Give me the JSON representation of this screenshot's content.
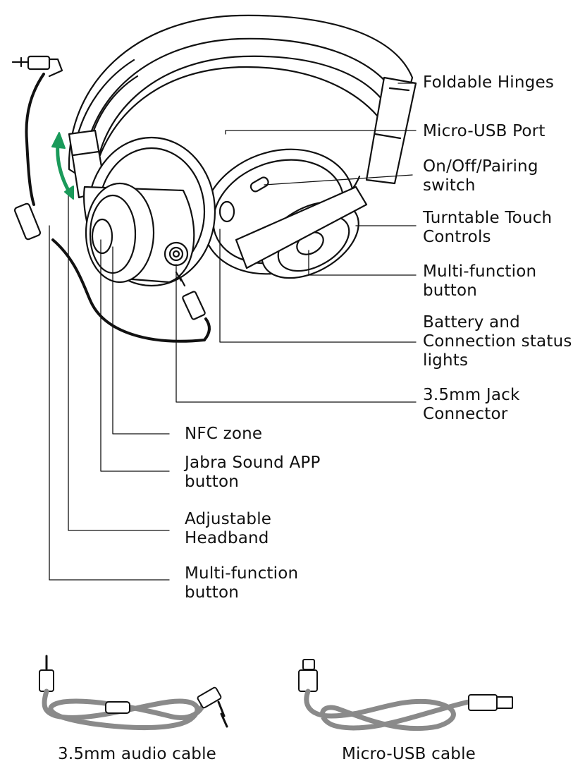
{
  "callouts": {
    "foldable_hinges": {
      "lines": [
        "Foldable Hinges"
      ]
    },
    "micro_usb_port": {
      "lines": [
        "Micro-USB Port"
      ]
    },
    "on_off_pairing_switch": {
      "lines": [
        "On/Off/Pairing",
        "switch"
      ]
    },
    "turntable_touch_controls": {
      "lines": [
        "Turntable Touch",
        "Controls"
      ]
    },
    "multi_function_button_right": {
      "lines": [
        "Multi-function",
        "button"
      ]
    },
    "battery_status_lights": {
      "lines": [
        "Battery and",
        "Connection status",
        "lights"
      ]
    },
    "jack_connector": {
      "lines": [
        "3.5mm Jack",
        "Connector"
      ]
    },
    "nfc_zone": {
      "lines": [
        "NFC zone"
      ]
    },
    "jabra_sound_app_button": {
      "lines": [
        "Jabra Sound APP",
        "button"
      ]
    },
    "adjustable_headband": {
      "lines": [
        "Adjustable",
        "Headband"
      ]
    },
    "multi_function_button_left": {
      "lines": [
        "Multi-function",
        "button"
      ]
    }
  },
  "accessories": {
    "audio_cable": {
      "caption": "3.5mm audio cable"
    },
    "usb_cable": {
      "caption": "Micro-USB cable"
    }
  },
  "colors": {
    "line": "#111111",
    "adjust_arrow": "#1a9a5a",
    "cable_fill": "#8a8a8a"
  }
}
